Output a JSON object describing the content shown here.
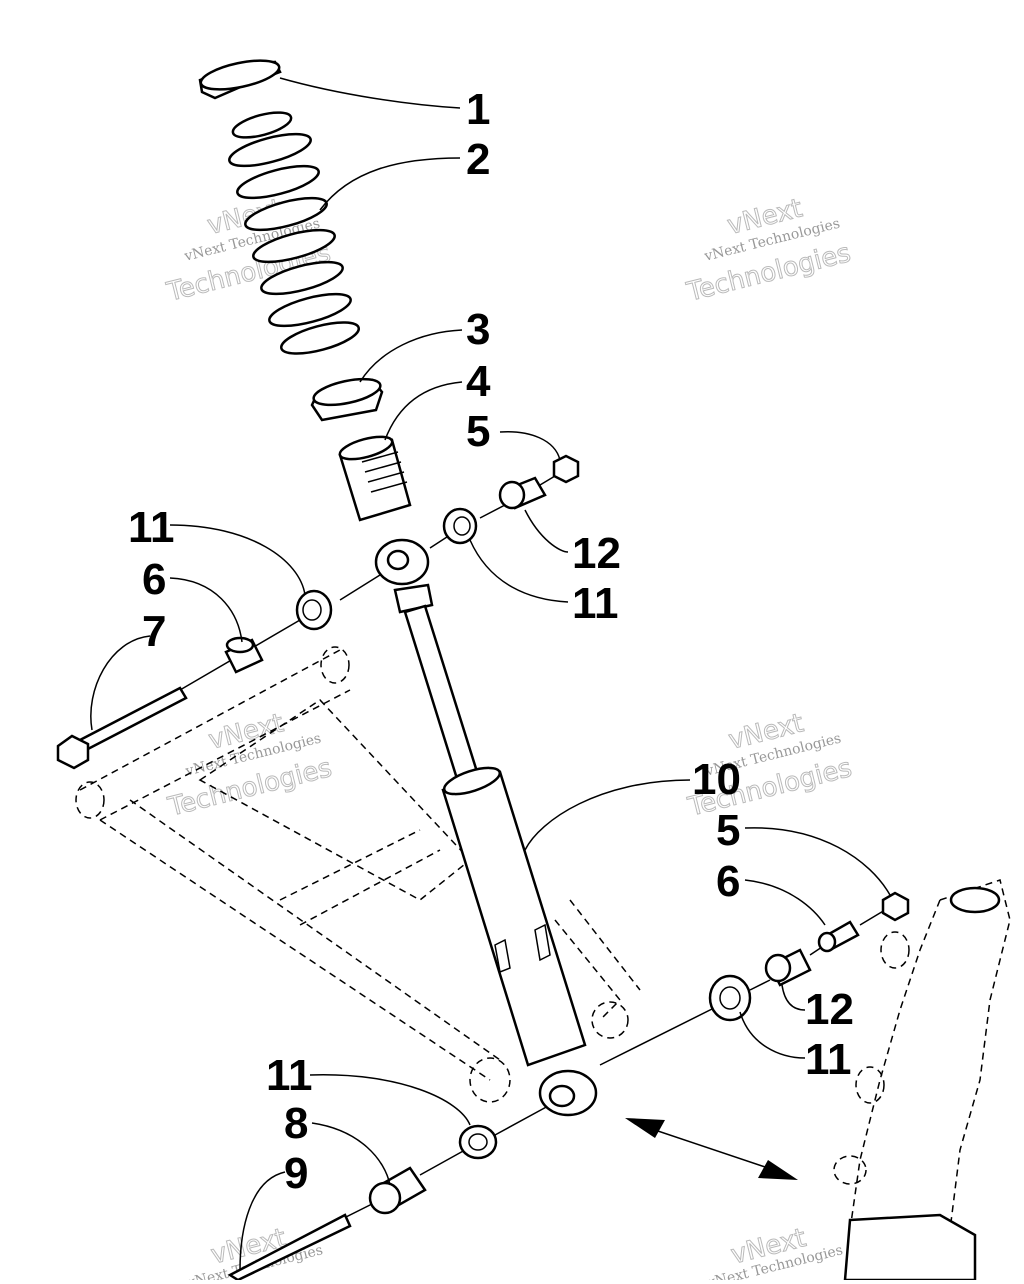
{
  "callouts": [
    {
      "id": "c1",
      "text": "1"
    },
    {
      "id": "c2",
      "text": "2"
    },
    {
      "id": "c3",
      "text": "3"
    },
    {
      "id": "c4",
      "text": "4"
    },
    {
      "id": "c5a",
      "text": "5"
    },
    {
      "id": "c11a",
      "text": "11"
    },
    {
      "id": "c12a",
      "text": "12"
    },
    {
      "id": "c11b",
      "text": "11"
    },
    {
      "id": "c6a",
      "text": "6"
    },
    {
      "id": "c7",
      "text": "7"
    },
    {
      "id": "c10",
      "text": "10"
    },
    {
      "id": "c5b",
      "text": "5"
    },
    {
      "id": "c6b",
      "text": "6"
    },
    {
      "id": "c12b",
      "text": "12"
    },
    {
      "id": "c11c",
      "text": "11"
    },
    {
      "id": "c11d",
      "text": "11"
    },
    {
      "id": "c8",
      "text": "8"
    },
    {
      "id": "c9",
      "text": "9"
    }
  ],
  "watermark": {
    "line1": "vNext",
    "line2": "vNext Technologies",
    "line3": "Technologies"
  }
}
